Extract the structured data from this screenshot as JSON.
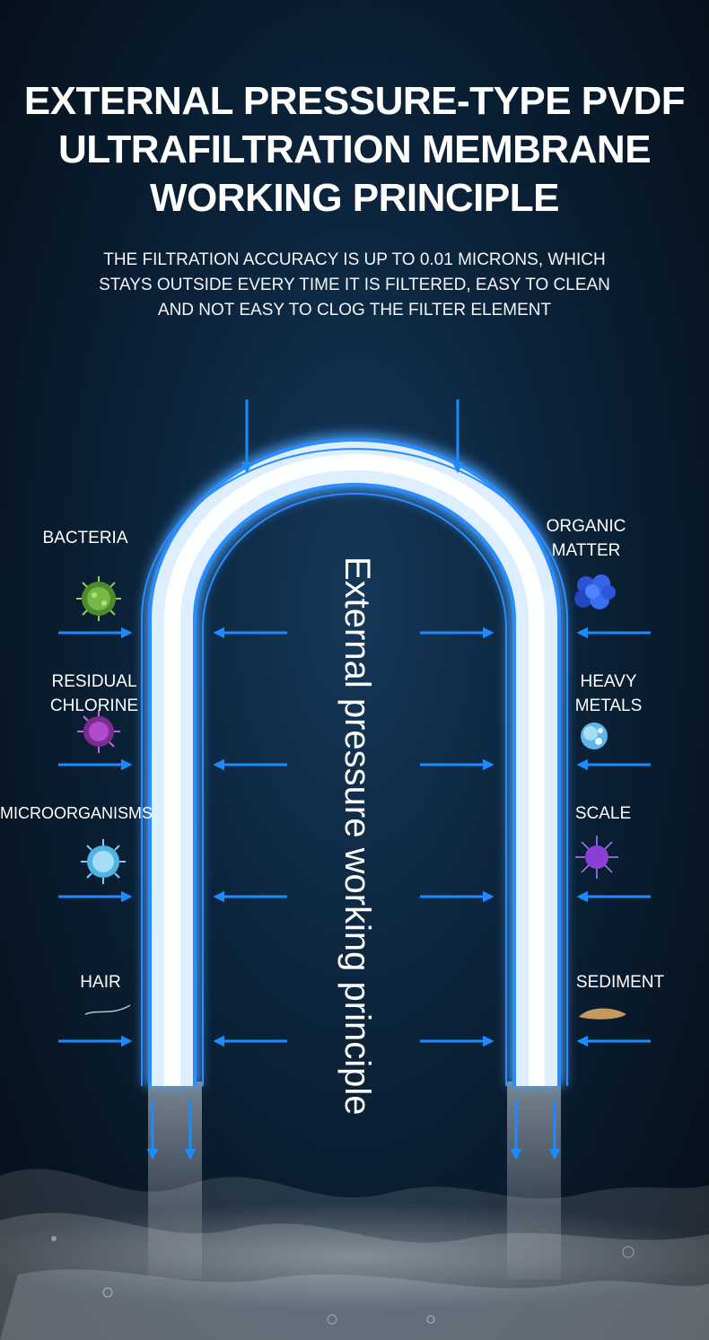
{
  "title": {
    "lines": [
      "EXTERNAL PRESSURE-TYPE PVDF",
      "ULTRAFILTRATION MEMBRANE",
      "WORKING PRINCIPLE"
    ]
  },
  "subtitle": {
    "lines": [
      "THE FILTRATION ACCURACY IS UP TO 0.01 MICRONS, WHICH",
      "STAYS OUTSIDE EVERY TIME IT IS FILTERED, EASY TO CLEAN",
      "AND NOT EASY TO CLOG THE FILTER ELEMENT"
    ]
  },
  "diagram": {
    "center_label": "External pressure working principle",
    "colors": {
      "arrow": "#1a8cff",
      "tube_glow": "#cfe6ff",
      "tube_outline": "#2a8cff",
      "background": "#0b2238"
    },
    "contaminants_left": [
      {
        "lines": [
          "BACTERIA"
        ],
        "icon": "bacteria-icon"
      },
      {
        "lines": [
          "RESIDUAL",
          "CHLORINE"
        ],
        "icon": "residual-chlorine-icon"
      },
      {
        "lines": [
          "MICROORGANISMS"
        ],
        "icon": "microorganism-icon"
      },
      {
        "lines": [
          "HAIR"
        ],
        "icon": "hair-icon"
      }
    ],
    "contaminants_right": [
      {
        "lines": [
          "ORGANIC",
          "MATTER"
        ],
        "icon": "organic-matter-icon"
      },
      {
        "lines": [
          "HEAVY",
          "METALS"
        ],
        "icon": "heavy-metals-icon"
      },
      {
        "lines": [
          "SCALE"
        ],
        "icon": "scale-icon"
      },
      {
        "lines": [
          "SEDIMENT"
        ],
        "icon": "sediment-icon"
      }
    ]
  }
}
